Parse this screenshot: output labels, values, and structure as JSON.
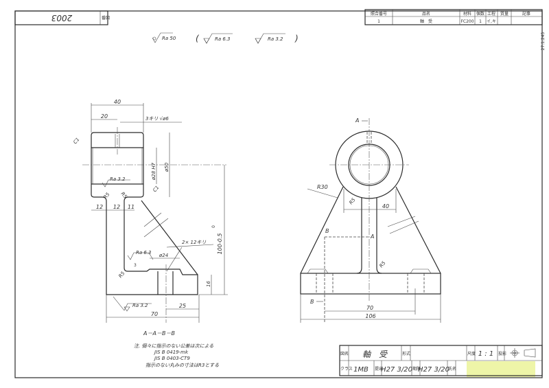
{
  "drawing_number": "2003",
  "drawing_number_label": "番図",
  "side_stamp": "27.1.245",
  "surface_finish_header": {
    "rough": "Ra 50",
    "open_paren": "(",
    "medium": "Ra 6.3",
    "fine": "Ra 3.2",
    "close_paren": ")"
  },
  "parts_table": {
    "headers": [
      "照合番号",
      "品名",
      "材料",
      "個数",
      "工程",
      "質量",
      "記事"
    ],
    "row": [
      "1",
      "軸　受",
      "FC200",
      "1",
      "イ,キ",
      "",
      ""
    ]
  },
  "section_view": {
    "title": "A－A－B－B",
    "dims": {
      "width_top": "40",
      "half": "20",
      "hole": "3キリ √ø6",
      "chamfer1": "C1",
      "chamfer2": "C1",
      "bore": "ø28 H7",
      "outer": "ø50",
      "finish_bore": "Ra 3.2",
      "r1": "R5",
      "r2": "R5",
      "d12a": "12",
      "d12b": "12",
      "d11": "11",
      "height": "100-0.5",
      "height_tol": "0",
      "holes": "2× 12キリ",
      "finish_mid": "Ra 6.3",
      "spot": "ø24",
      "depth": "3",
      "r3": "R5",
      "base_h": "16",
      "finish_base": "Ra 3.2",
      "d25": "25",
      "d70": "70"
    }
  },
  "front_view": {
    "section_a": "A",
    "section_b": "B",
    "dims": {
      "r30": "R30",
      "r5a": "R5",
      "r5b": "R5",
      "d40": "40",
      "d70": "70",
      "d106": "106"
    }
  },
  "notes": [
    "注. 個々に指示のない公差は次による",
    "JIS B 0419-mk",
    "JIS B 0403-CT9",
    "指示のない丸みの寸法はR3とする"
  ],
  "title_block": {
    "name_label": "図名",
    "name": "軸　受",
    "type_label": "形式",
    "type": "",
    "scale_label": "尺度",
    "scale": "1 : 1",
    "projection_label": "投影",
    "class_label": "クラス",
    "class": "1MB",
    "submitted_label": "提出",
    "submitted": "H27 3/20",
    "deadline_label": "期限",
    "deadline": "H27 3/20",
    "author_label": "氏名",
    "highlight_color": "#eef5a8"
  }
}
